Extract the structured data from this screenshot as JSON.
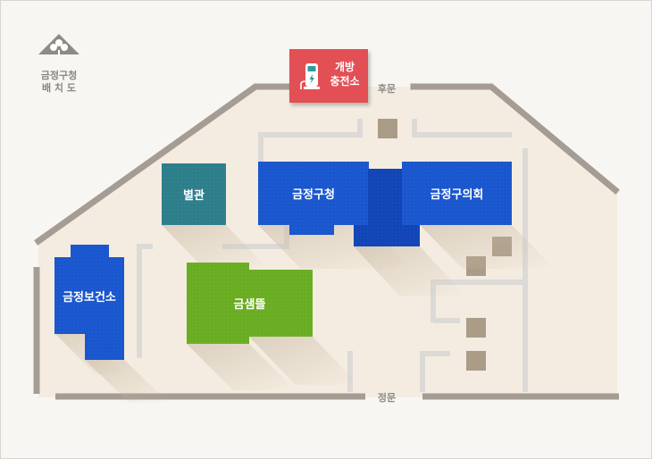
{
  "logo": {
    "title": "금정구청",
    "subtitle": "배 치 도",
    "icon": "flower-emblem-icon"
  },
  "ev_station": {
    "line1": "개방",
    "line2": "충전소",
    "icon": "ev-charger-icon",
    "color": "#e24f55"
  },
  "gates": {
    "rear": "후문",
    "main": "정문"
  },
  "buildings": {
    "annex": {
      "label": "별관",
      "color": "#2e7f8c"
    },
    "gu_office": {
      "label": "금정구청",
      "color": "#1a57cf"
    },
    "council": {
      "label": "금정구의회",
      "color": "#1a57cf"
    },
    "health_center": {
      "label": "금정보건소",
      "color": "#1a57cf"
    },
    "geumsaemtteul": {
      "label": "금샘뜰",
      "color": "#6aae23"
    }
  },
  "colors": {
    "wall": "#a59c93",
    "ground": "#f4ece0",
    "path": "#dcdad7",
    "block": "#ab9c88"
  }
}
